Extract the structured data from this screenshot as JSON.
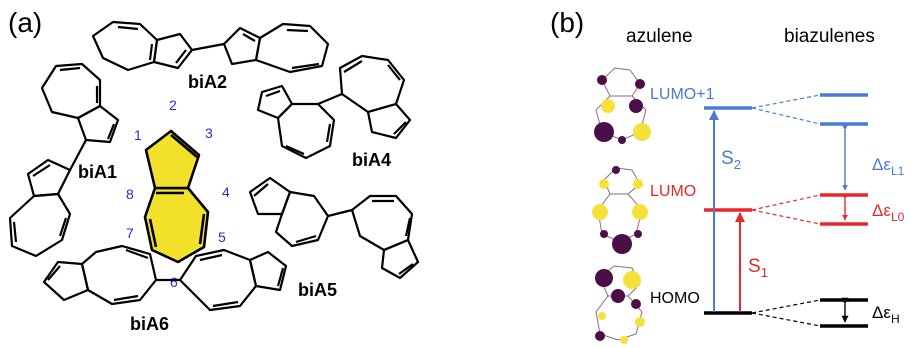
{
  "panel_a": {
    "label": "(a)",
    "core_positions": [
      "1",
      "2",
      "3",
      "4",
      "5",
      "6",
      "7",
      "8"
    ],
    "isomers": [
      "biA1",
      "biA2",
      "biA4",
      "biA5",
      "biA6"
    ],
    "colors": {
      "highlight": "#f2e12a",
      "position_labels": "#2b2bd6",
      "bonds": "#000000"
    }
  },
  "panel_b": {
    "label": "(b)",
    "col_left": "azulene",
    "col_right": "biazulenes",
    "levels": {
      "lumo1": "LUMO+1",
      "lumo": "LUMO",
      "homo": "HOMO"
    },
    "transitions": {
      "s2": "S",
      "s2_sub": "2",
      "s1": "S",
      "s1_sub": "1"
    },
    "splittings": {
      "l1": "Δε",
      "l1_sub": "L1",
      "l0": "Δε",
      "l0_sub": "L0",
      "h": "Δε",
      "h_sub": "H"
    },
    "colors": {
      "lumo1": "#4a7bd0",
      "lumo": "#e8262b",
      "homo": "#000000",
      "orbital_pos": "#f4e23a",
      "orbital_neg": "#4a0f47"
    }
  }
}
